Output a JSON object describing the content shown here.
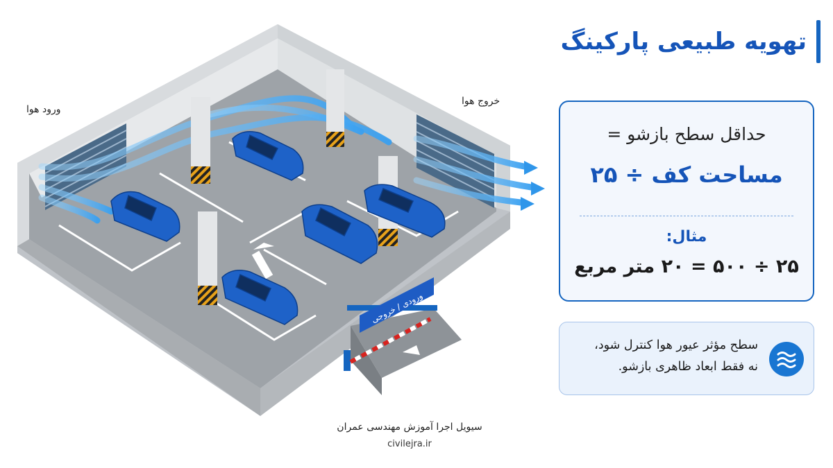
{
  "title": "تهویه طبیعی پارکینگ",
  "labels": {
    "air_in": "ورود هوا",
    "air_out": "خروج هوا",
    "entrance_sign": "ورودی / خروجی"
  },
  "formula": {
    "line1": "حداقل سطح بازشو =",
    "line2": "مساحت کف  ÷  ۲۵",
    "example_label": "مثال:",
    "example_calc": "۲۵ ÷ ۵۰۰ = ۲۰ متر مربع"
  },
  "note": {
    "icon": "air-flow-icon",
    "text_line1": "سطح مؤثر عیور هوا کنترل شود،",
    "text_line2": "نه فقط ابعاد ظاهری بازشو."
  },
  "credit": {
    "name": "سیویل اجرا آموزش مهندسی عمران",
    "url": "civilejra.ir"
  },
  "colors": {
    "accent": "#1565c0",
    "car": "#1e62c8",
    "airflow": "#5fb8f5"
  }
}
